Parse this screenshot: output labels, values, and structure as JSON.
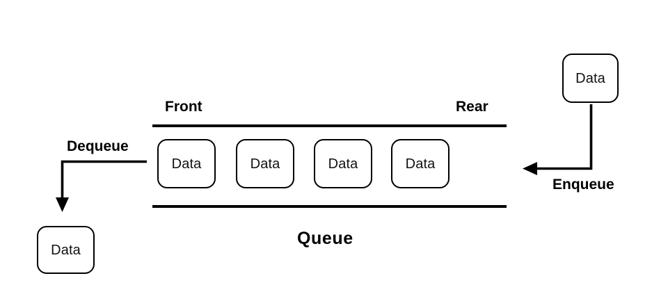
{
  "diagram": {
    "title": "Queue",
    "background_color": "#ffffff",
    "stroke_color": "#000000",
    "node_fill_color": "#ffffff",
    "labels": {
      "front": "Front",
      "rear": "Rear",
      "queue": "Queue",
      "dequeue": "Dequeue",
      "enqueue": "Enqueue"
    },
    "queue_nodes": [
      {
        "label": "Data",
        "position": "front"
      },
      {
        "label": "Data",
        "position": "second"
      },
      {
        "label": "Data",
        "position": "third"
      },
      {
        "label": "Data",
        "position": "rear"
      }
    ],
    "enqueue_node": {
      "label": "Data"
    },
    "dequeue_node": {
      "label": "Data"
    },
    "arrows": [
      {
        "name": "dequeue-arrow",
        "from": "queue-front",
        "to": "dequeue-data",
        "direction": "left-then-down"
      },
      {
        "name": "enqueue-arrow",
        "from": "enqueue-data",
        "to": "queue-rear",
        "direction": "down-then-left"
      }
    ]
  }
}
